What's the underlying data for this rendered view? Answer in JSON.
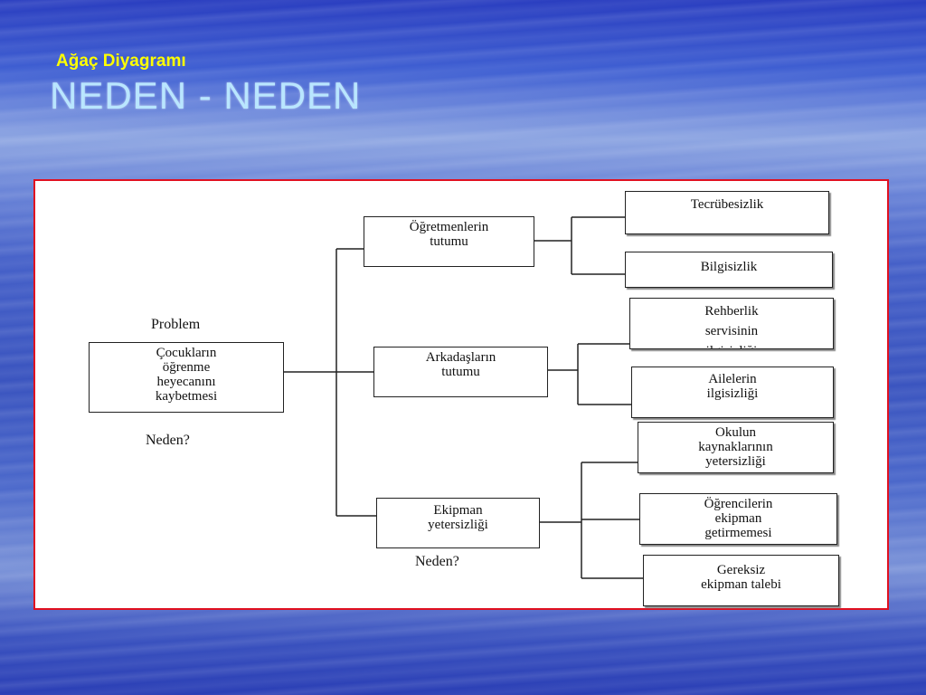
{
  "header": {
    "subtitle": "Ağaç Diyagramı",
    "title": "NEDEN - NEDEN"
  },
  "diagram": {
    "problem_label": "Problem",
    "neden_label_1": "Neden?",
    "neden_label_2": "Neden?",
    "root": "Çocukların\nöğrenme\nheyecanını\nkaybetmesi",
    "causes": [
      {
        "label": "Öğretmenlerin\ntutumu",
        "sub": [
          "Tecrübesizlik",
          "Bilgisizlik"
        ]
      },
      {
        "label": "Arkadaşların\ntutumu",
        "sub": [
          "Rehberlik\nservisinin\nilgisizliği",
          "Ailelerin\nilgisizliği"
        ]
      },
      {
        "label": "Ekipman\nyetersizliği",
        "sub": [
          "Okulun\nkaynaklarının\nyetersizliği",
          "Öğrencilerin\nekipman\ngetirmemesi",
          "Gereksiz\nekipman talebi"
        ]
      }
    ]
  },
  "colors": {
    "title": "#b9e6ff",
    "subtitle": "#ffff00",
    "frame_border": "#e01020"
  }
}
